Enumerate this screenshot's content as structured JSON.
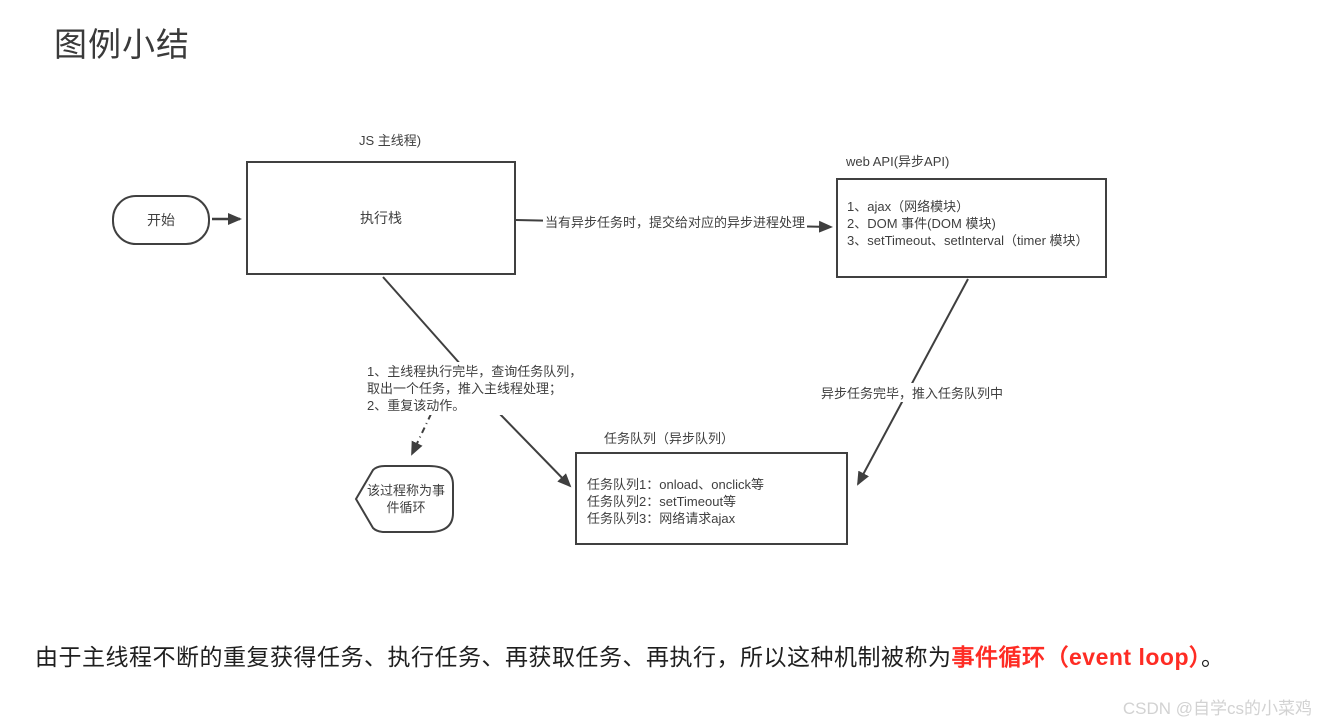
{
  "title": "图例小结",
  "diagram": {
    "js_main_thread_label": "JS 主线程)",
    "start_node_label": "开始",
    "exec_stack_label": "执行栈",
    "to_webapi_edge_label": "当有异步任务时，提交给对应的异步进程处理",
    "webapi_title": "web API(异步API)",
    "webapi_lines": [
      "1、ajax（网络模块）",
      "2、DOM 事件(DOM 模块)",
      "3、setTimeout、setInterval（timer 模块）"
    ],
    "loop_note_lines": [
      "1、主线程执行完毕，查询任务队列，",
      "取出一个任务，推入主线程处理；",
      "2、重复该动作。"
    ],
    "event_loop_shape_label": "该过程称为事件循环",
    "task_queue_title": "任务队列（异步队列）",
    "task_queue_lines": [
      "任务队列1：onload、onclick等",
      "任务队列2：setTimeout等",
      "任务队列3：网络请求ajax"
    ],
    "async_done_edge_label": "异步任务完毕，推入任务队列中",
    "line_color": "#3f3f3f"
  },
  "summary": {
    "text_before": "由于主线程不断的重复获得任务、执行任务、再获取任务、再执行，所以这种机制被称为",
    "highlight": "事件循环（event loop）",
    "text_after": "。",
    "highlight_color": "#fe2c24"
  },
  "watermark": "CSDN @自学cs的小菜鸡"
}
